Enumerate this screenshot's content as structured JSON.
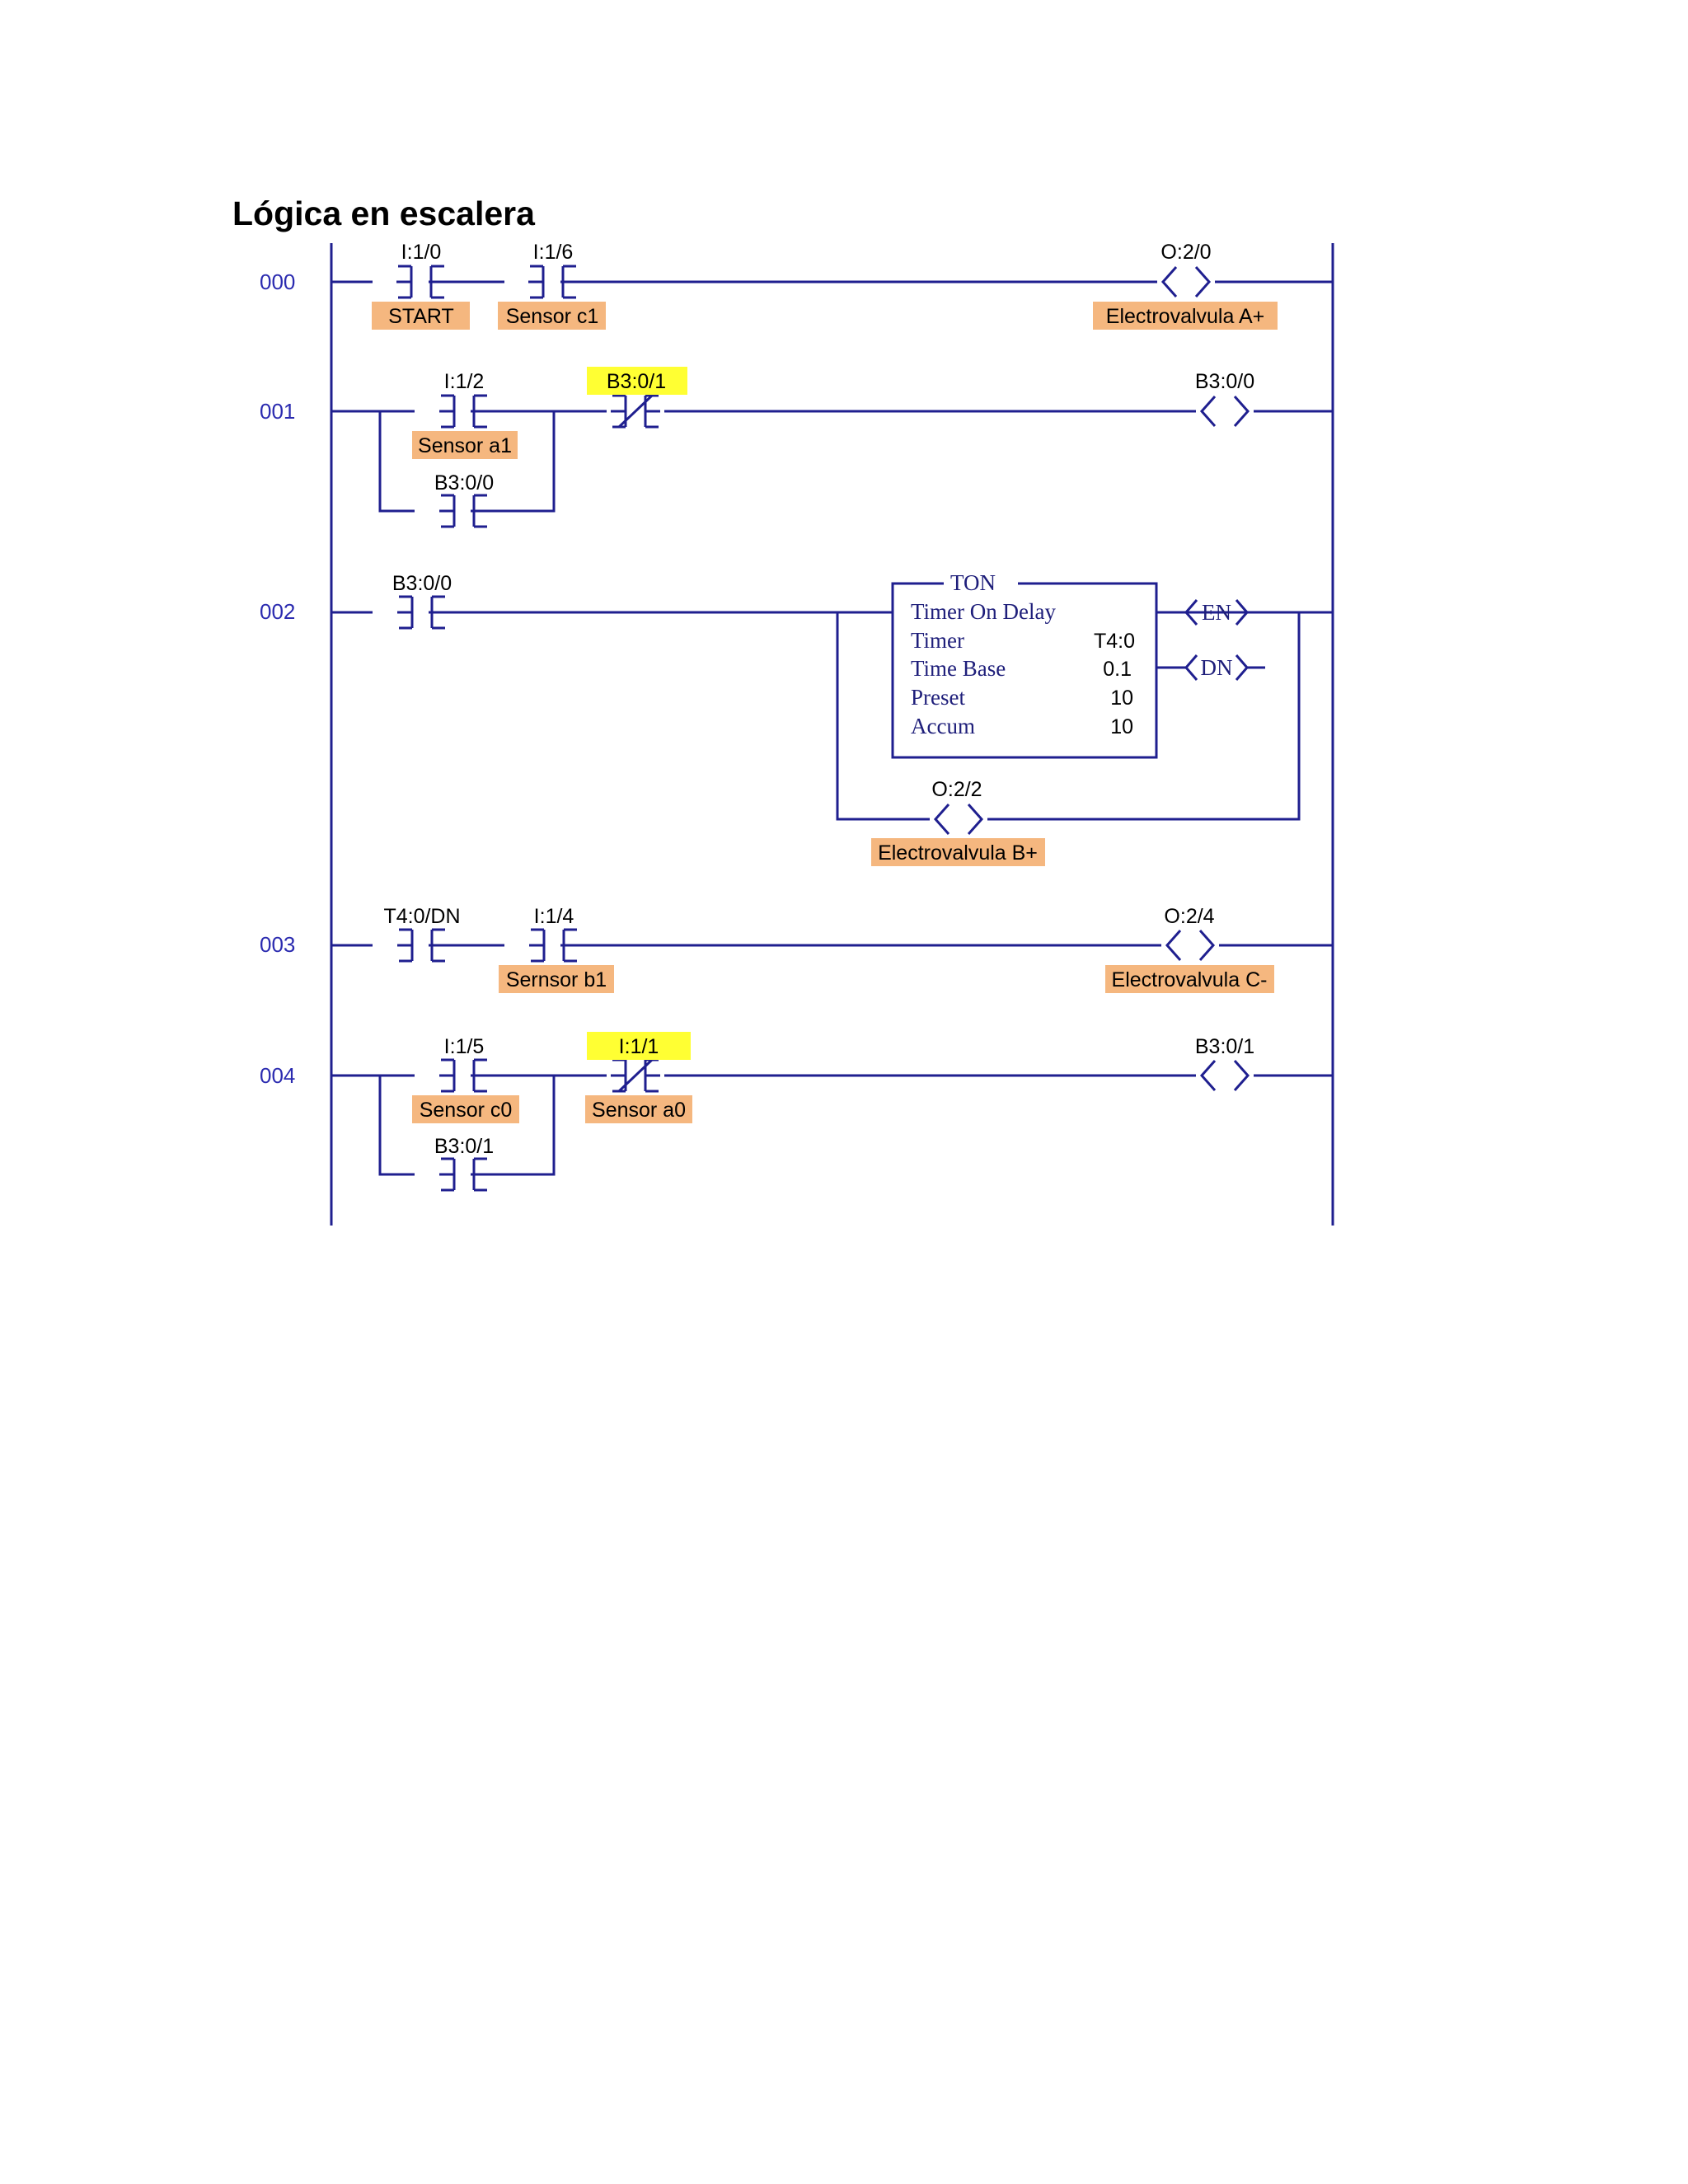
{
  "title": "Lógica en escalera",
  "colors": {
    "wire": "#1f1f8f",
    "rung_number": "#2b2bb0",
    "tag_background": "#f5b77f",
    "address_highlight": "#ffff33"
  },
  "rungs": [
    {
      "number": "000",
      "elements": [
        {
          "kind": "contact-no",
          "address": "I:1/0",
          "tag": "START"
        },
        {
          "kind": "contact-no",
          "address": "I:1/6",
          "tag": "Sensor c1"
        },
        {
          "kind": "coil",
          "address": "O:2/0",
          "tag": "Electrovalvula  A+"
        }
      ]
    },
    {
      "number": "001",
      "elements": [
        {
          "kind": "contact-no",
          "address": "I:1/2",
          "tag": "Sensor a1"
        },
        {
          "kind": "contact-no-branch",
          "address": "B3:0/0"
        },
        {
          "kind": "contact-nc",
          "address": "B3:0/1",
          "highlighted": true
        },
        {
          "kind": "coil",
          "address": "B3:0/0"
        }
      ]
    },
    {
      "number": "002",
      "elements": [
        {
          "kind": "contact-no",
          "address": "B3:0/0"
        },
        {
          "kind": "timer-block",
          "header": "TON",
          "name": "Timer On Delay",
          "rows": [
            {
              "label": "Timer",
              "value": "T4:0"
            },
            {
              "label": "Time Base",
              "value": "0.1"
            },
            {
              "label": "Preset",
              "value": "10"
            },
            {
              "label": "Accum",
              "value": "10"
            }
          ],
          "outputs": [
            "EN",
            "DN"
          ]
        },
        {
          "kind": "coil-branch",
          "address": "O:2/2",
          "tag": "Electrovalvula B+"
        }
      ]
    },
    {
      "number": "003",
      "elements": [
        {
          "kind": "contact-no",
          "address": "T4:0/DN"
        },
        {
          "kind": "contact-no",
          "address": "I:1/4",
          "tag": "Sernsor b1"
        },
        {
          "kind": "coil",
          "address": "O:2/4",
          "tag": "Electrovalvula C-"
        }
      ]
    },
    {
      "number": "004",
      "elements": [
        {
          "kind": "contact-no",
          "address": "I:1/5",
          "tag": "Sensor c0"
        },
        {
          "kind": "contact-no-branch",
          "address": "B3:0/1"
        },
        {
          "kind": "contact-nc",
          "address": "I:1/1",
          "tag": "Sensor a0",
          "highlighted": true
        },
        {
          "kind": "coil",
          "address": "B3:0/1"
        }
      ]
    }
  ]
}
